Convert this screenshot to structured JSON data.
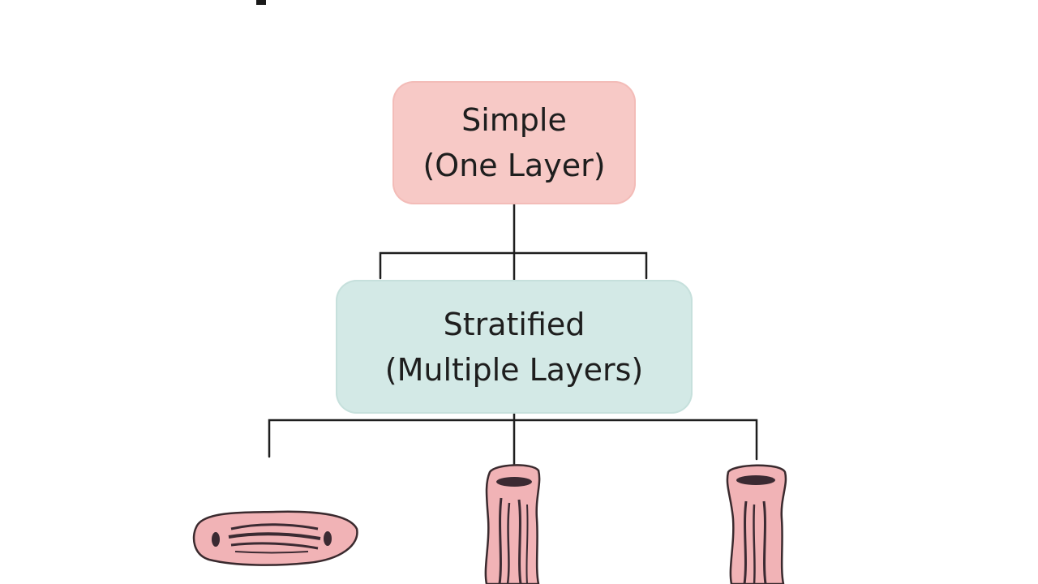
{
  "diagram": {
    "root": {
      "title": "Simple",
      "subtitle": "(One Layer)",
      "fill": "#f7c9c6"
    },
    "child": {
      "title": "Stratified",
      "subtitle": "(Multiple Layers)",
      "fill": "#d3e9e6"
    },
    "illustrations": [
      {
        "name": "squamous-cell",
        "shape": "flat"
      },
      {
        "name": "columnar-cell",
        "shape": "tall"
      },
      {
        "name": "columnar-cell",
        "shape": "tall"
      }
    ],
    "colors": {
      "line": "#1e1e1e",
      "cell_fill": "#f1b3b6",
      "cell_outline": "#3a2a2e",
      "nucleus": "#3b2a32"
    }
  }
}
